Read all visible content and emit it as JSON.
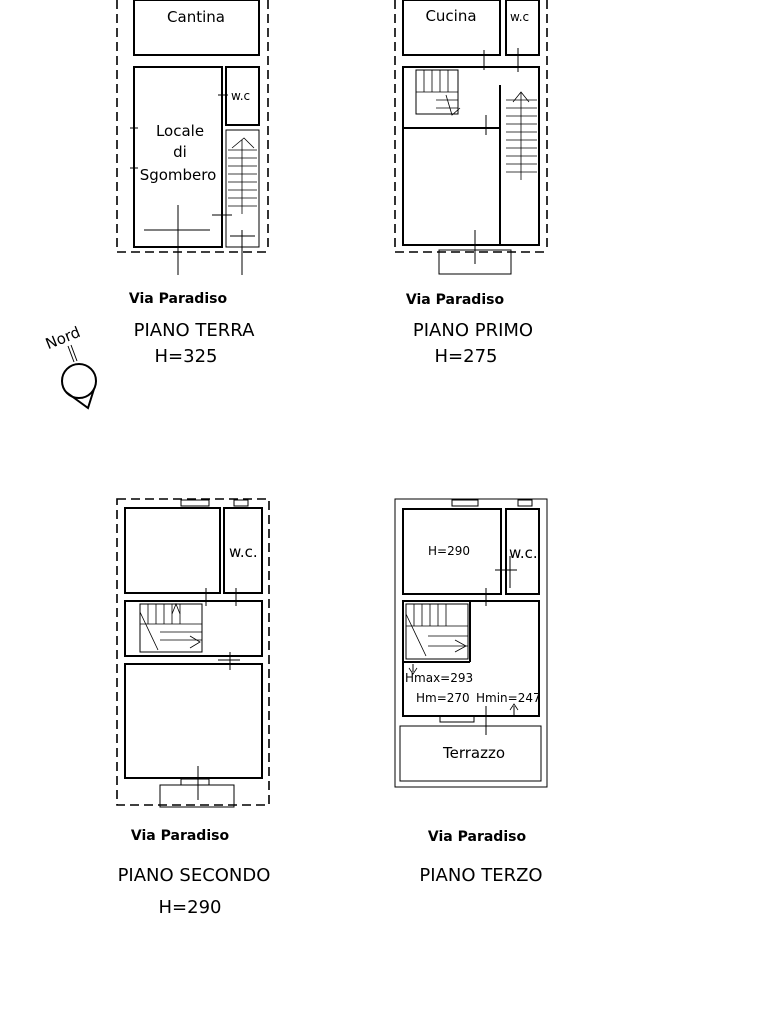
{
  "compass": {
    "label": "Nord"
  },
  "floors": [
    {
      "id": "terra",
      "street": "Via Paradiso",
      "title": "PIANO TERRA",
      "height": "H=325",
      "rooms": {
        "cellar": "Cantina",
        "storage_1": "Locale",
        "storage_2": "di",
        "storage_3": "Sgombero",
        "wc": "w.c"
      }
    },
    {
      "id": "primo",
      "street": "Via Paradiso",
      "title": "PIANO PRIMO",
      "height": "H=275",
      "rooms": {
        "kitchen": "Cucina",
        "wc": "w.c"
      }
    },
    {
      "id": "secondo",
      "street": "Via Paradiso",
      "title": "PIANO SECONDO",
      "height": "H=290",
      "rooms": {
        "wc": "w.c."
      }
    },
    {
      "id": "terzo",
      "street": "Via Paradiso",
      "title": "PIANO TERZO",
      "rooms": {
        "room_height": "H=290",
        "wc": "w.c.",
        "hmax": "Hmax=293",
        "hm": "Hm=270",
        "hmin": "Hmin=247",
        "terrace": "Terrazzo"
      }
    }
  ]
}
